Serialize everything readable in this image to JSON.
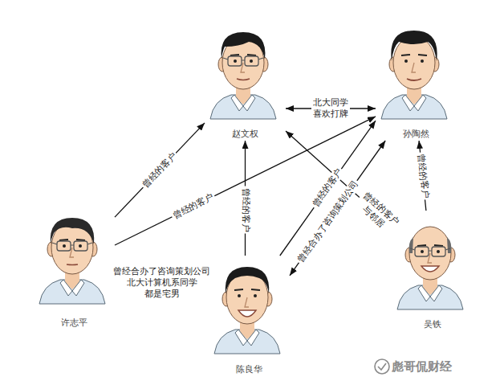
{
  "diagram": {
    "nodes": [
      {
        "text": [
          "赵文权"
        ]
      },
      {
        "text": [
          "孙陶然"
        ]
      },
      {
        "text": [
          "许志平"
        ]
      },
      {
        "text": [
          "陈良华"
        ]
      },
      {
        "text": [
          "吴铁"
        ]
      }
    ],
    "edges": [
      {
        "from": 0,
        "to": 1,
        "arrow": "both",
        "label": "北大同学 喜欢打牌"
      },
      {
        "from": 2,
        "to": 0,
        "arrow": "to",
        "label": "曾经的客户"
      },
      {
        "from": 2,
        "to": 1,
        "arrow": "to",
        "label": "曾经的客户"
      },
      {
        "from": 2,
        "to": 3,
        "arrow": "both",
        "label": "曾经合办了咨询策划公司 北大计算机系同学 都是宅男"
      },
      {
        "from": 3,
        "to": 0,
        "arrow": "to",
        "label": "曾经的客户"
      },
      {
        "from": 3,
        "to": 1,
        "arrow": "to",
        "label": "曾经的客户"
      },
      {
        "from": 1,
        "to": 3,
        "arrow": "both",
        "label": "曾经合办了咨询策划公司"
      },
      {
        "from": 4,
        "to": 0,
        "arrow": "to",
        "label": "曾经的客户 与邻居"
      },
      {
        "from": 4,
        "to": 1,
        "arrow": "to",
        "label": "曾经的客户"
      }
    ],
    "labels": [
      "彪哥侃财经"
    ]
  }
}
